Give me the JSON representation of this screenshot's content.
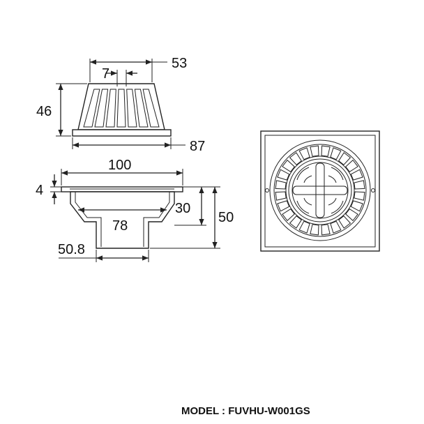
{
  "dimensions": {
    "dome_top_width": "53",
    "slot_width": "7",
    "dome_height": "46",
    "dome_base_width": "87",
    "flange_width": "100",
    "flange_thickness": "4",
    "body_inner_width": "78",
    "body_depth": "30",
    "total_height": "50",
    "outlet_diameter": "50.8"
  },
  "model_label": "MODEL : FUVHU-W001GS",
  "colors": {
    "line": "#222222",
    "background": "#ffffff"
  }
}
